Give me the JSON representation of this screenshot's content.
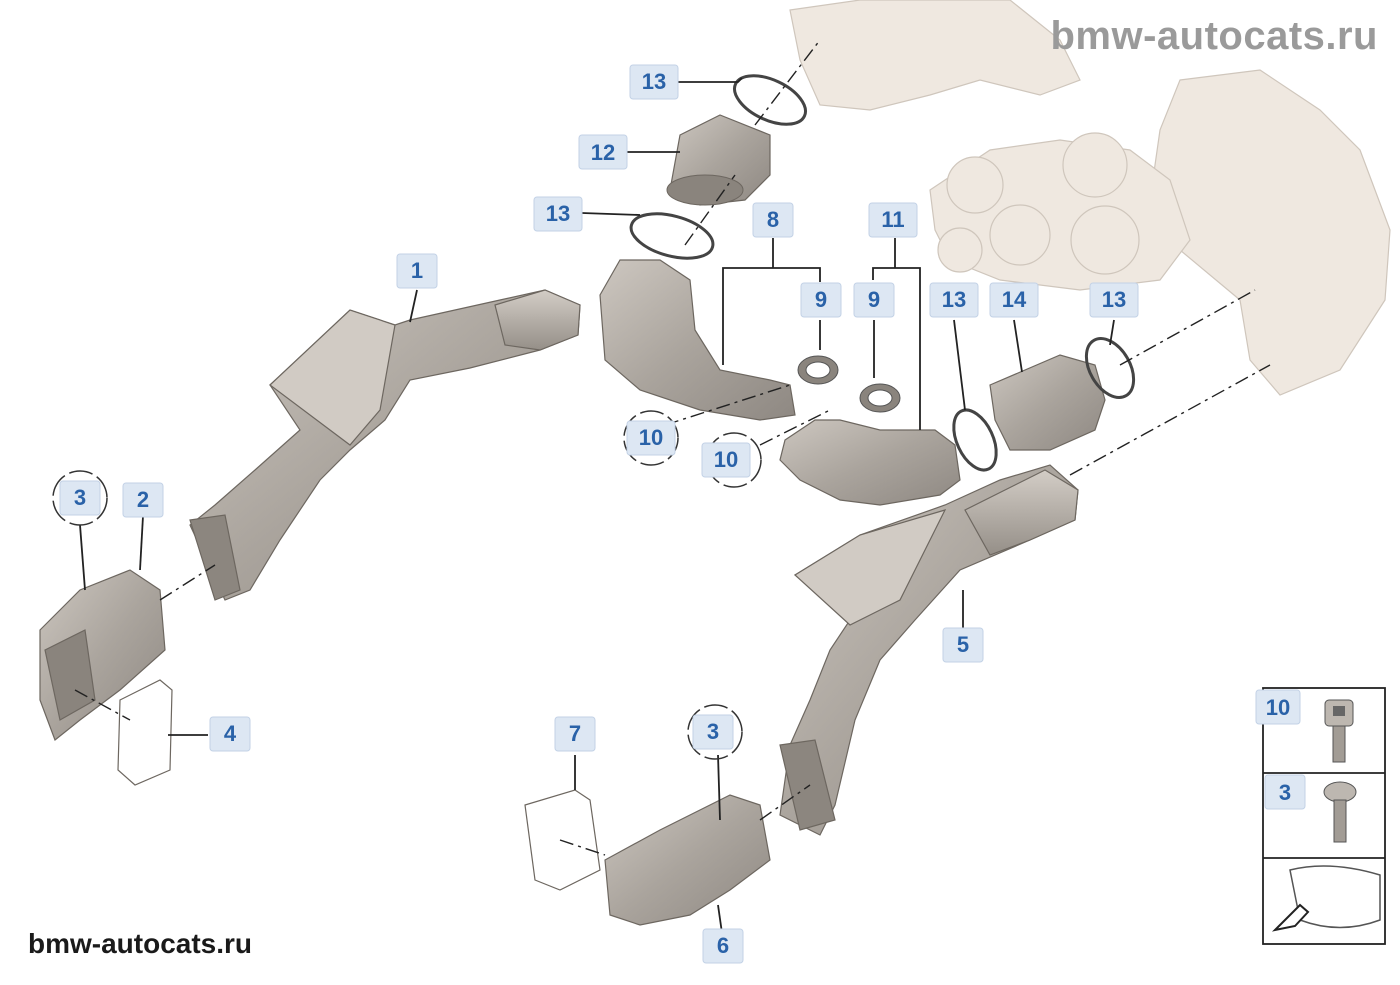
{
  "watermark": {
    "top": "bmw-autocats.ru",
    "bottom": "bmw-autocats.ru"
  },
  "callouts": [
    {
      "id": "c1",
      "label": "1"
    },
    {
      "id": "c2",
      "label": "2"
    },
    {
      "id": "c3a",
      "label": "3"
    },
    {
      "id": "c4",
      "label": "4"
    },
    {
      "id": "c5",
      "label": "5"
    },
    {
      "id": "c6",
      "label": "6"
    },
    {
      "id": "c7",
      "label": "7"
    },
    {
      "id": "c3b",
      "label": "3"
    },
    {
      "id": "c8",
      "label": "8"
    },
    {
      "id": "c9a",
      "label": "9"
    },
    {
      "id": "c9b",
      "label": "9"
    },
    {
      "id": "c10a",
      "label": "10"
    },
    {
      "id": "c10b",
      "label": "10"
    },
    {
      "id": "c11",
      "label": "11"
    },
    {
      "id": "c12",
      "label": "12"
    },
    {
      "id": "c13a",
      "label": "13"
    },
    {
      "id": "c13b",
      "label": "13"
    },
    {
      "id": "c13c",
      "label": "13"
    },
    {
      "id": "c13d",
      "label": "13"
    },
    {
      "id": "c14",
      "label": "14"
    }
  ],
  "legend": [
    {
      "label": "10",
      "item": "hex-socket-bolt-icon"
    },
    {
      "label": "3",
      "item": "torx-screw-icon"
    },
    {
      "label": "",
      "item": "vehicle-front-location-icon"
    }
  ],
  "colors": {
    "part_fill": "#a8a29b",
    "part_light": "#c9c3bb",
    "engine_fill": "#efe8e0",
    "callout_fill": "#dde7f3",
    "callout_text": "#2a62a8"
  }
}
